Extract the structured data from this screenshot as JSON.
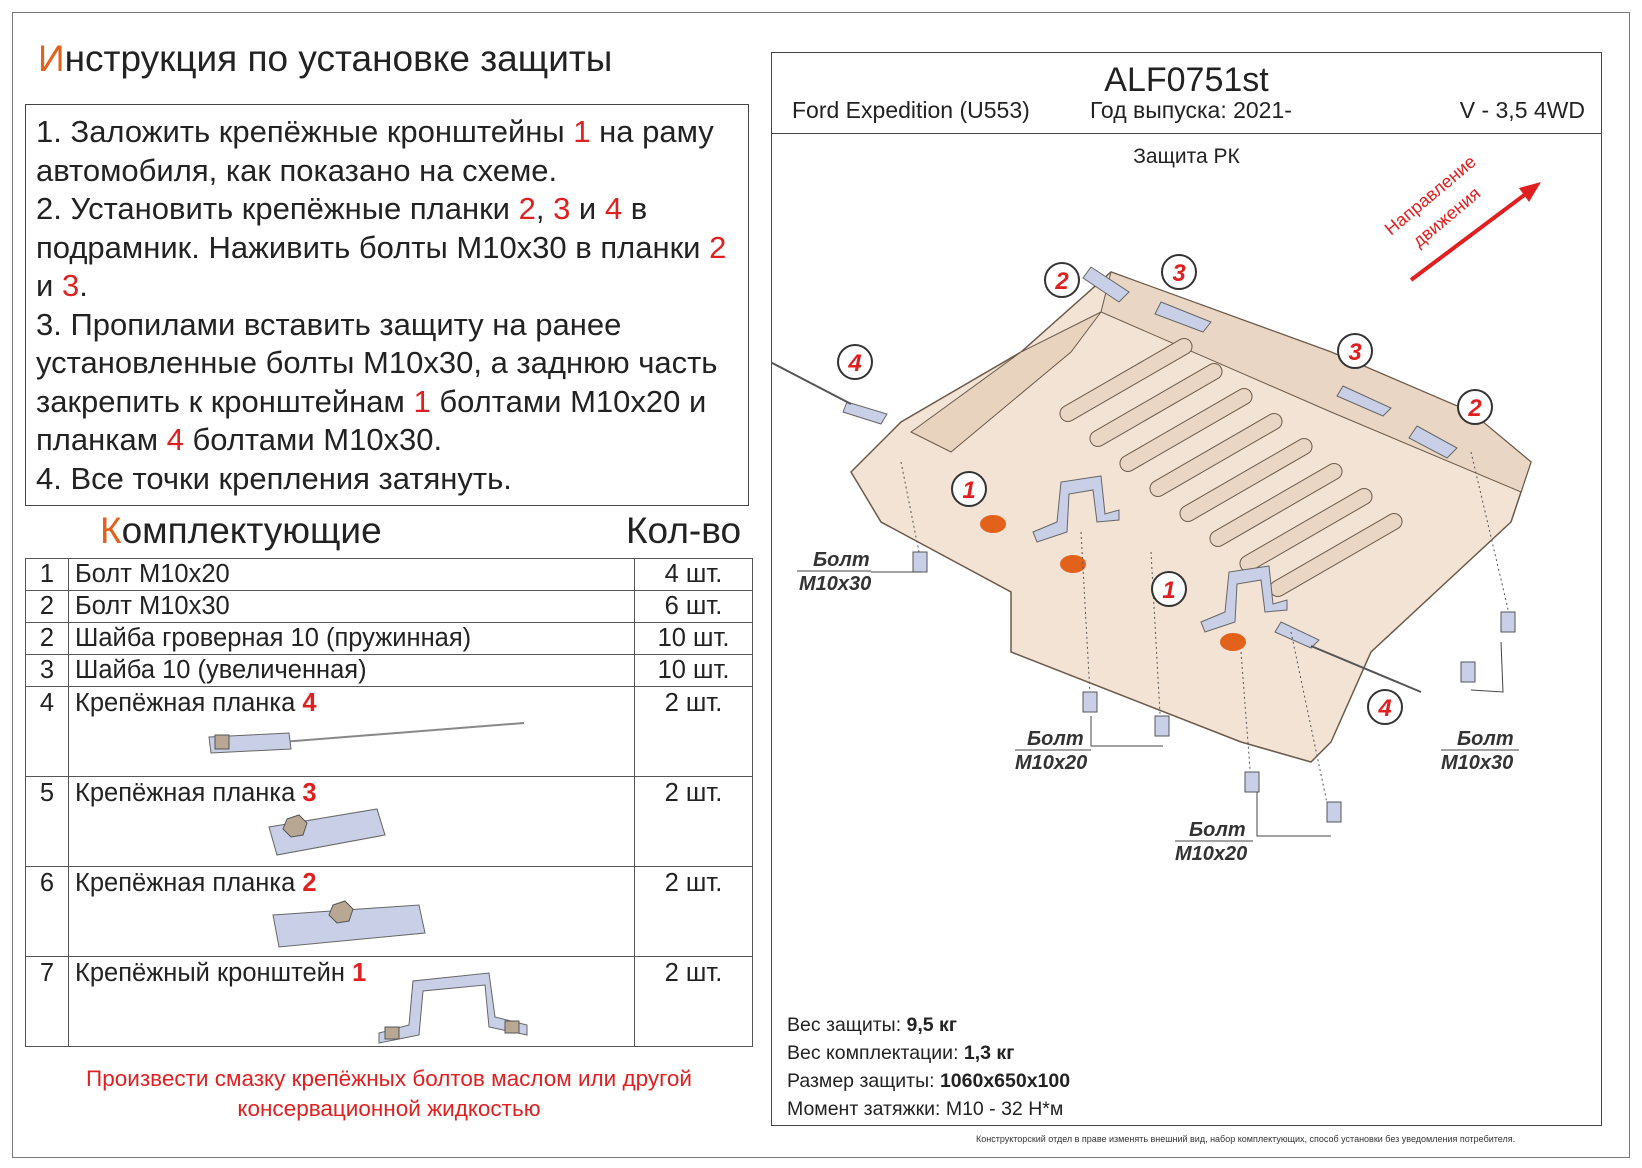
{
  "title": {
    "first": "И",
    "rest": "нструкция по установке защиты"
  },
  "instructions": {
    "s1a": "1. Заложить крепёжные кронштейны ",
    "s1n": "1",
    "s1b": " на раму автомобиля, как показано на схеме.",
    "s2a": "2. Установить крепёжные планки ",
    "s2n1": "2",
    "s2c1": ", ",
    "s2n2": "3",
    "s2c2": " и ",
    "s2n3": "4",
    "s2b": " в подрамник. Наживить болты М10х30 в планки ",
    "s2n4": "2",
    "s2c3": " и ",
    "s2n5": "3",
    "s2end": ".",
    "s3a": "3. Пропилами вставить защиту на ранее установленные болты М10х30, а заднюю часть закрепить к кронштейнам ",
    "s3n1": "1",
    "s3b": " болтами М10х20 и планкам ",
    "s3n2": "4",
    "s3c": " болтами М10х30.",
    "s4": "4. Все точки крепления затянуть."
  },
  "kit": {
    "heading_first": "К",
    "heading_rest": "омплектующие",
    "qty_heading": "Кол-во",
    "rows": [
      {
        "n": "1",
        "name": "Болт М10х20",
        "num": "",
        "qty": "4 шт."
      },
      {
        "n": "2",
        "name": "Болт М10х30",
        "num": "",
        "qty": "6 шт."
      },
      {
        "n": "2",
        "name": "Шайба гроверная 10 (пружинная)",
        "num": "",
        "qty": "10 шт."
      },
      {
        "n": "3",
        "name": "Шайба 10 (увеличенная)",
        "num": "",
        "qty": "10 шт."
      },
      {
        "n": "4",
        "name": "Крепёжная планка ",
        "num": "4",
        "qty": "2 шт."
      },
      {
        "n": "5",
        "name": "Крепёжная планка  ",
        "num": "3",
        "qty": "2 шт."
      },
      {
        "n": "6",
        "name": "Крепёжная планка ",
        "num": "2",
        "qty": "2 шт."
      },
      {
        "n": "7",
        "name": "Крепёжный кронштейн ",
        "num": "1",
        "qty": "2 шт."
      }
    ]
  },
  "note": {
    "line1": "Произвести смазку крепёжных болтов маслом или другой",
    "line2": "консервационной жидкостью"
  },
  "panel": {
    "code": "ALF0751st",
    "model": "Ford Expedition (U553)",
    "year": "Год выпуска: 2021-",
    "engine": "V - 3,5 4WD",
    "subtitle": "Защита РК",
    "direction_line1": "Направление",
    "direction_line2": "движения",
    "callouts": [
      "1",
      "1",
      "2",
      "2",
      "3",
      "3",
      "4",
      "4"
    ],
    "bolt_labels": [
      {
        "l1": "Болт",
        "l2": "М10х30"
      },
      {
        "l1": "Болт",
        "l2": "М10х20"
      },
      {
        "l1": "Болт",
        "l2": "М10х30"
      },
      {
        "l1": "Болт",
        "l2": "М10х20"
      }
    ],
    "specs": {
      "weight_label": "Вес защиты: ",
      "weight": "9,5 кг",
      "kit_weight_label": "Вес комплектации: ",
      "kit_weight": "1,3 кг",
      "size_label": "Размер защиты: ",
      "size": "1060х650х100",
      "torque": "Момент затяжки: М10 - 32 Н*м"
    }
  },
  "disclaimer": "Конструкторский отдел в праве изменять внешний вид, набор комплектующих, способ установки без уведомления потребителя.",
  "colors": {
    "accent_red": "#e02020",
    "title_orange": "#e2621c",
    "plate": "#f2e3d5",
    "bracket": "#c8cfe6"
  }
}
